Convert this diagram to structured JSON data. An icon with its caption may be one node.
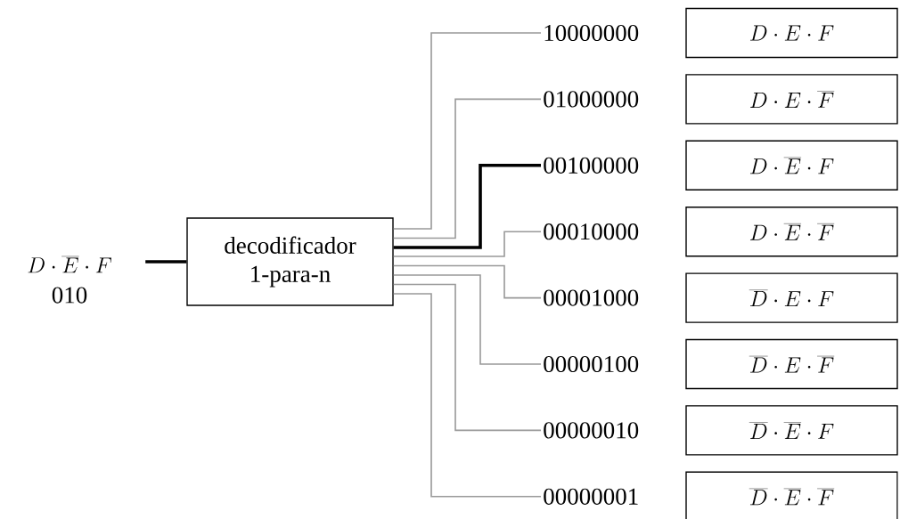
{
  "diagram": {
    "nodes": [
      {
        "text": [
          "D\\cdot\\overline{E}\\cdot F",
          "010"
        ]
      },
      {
        "text": [
          "decodificador 1-para-n"
        ]
      },
      {
        "text": [
          "10000000"
        ]
      },
      {
        "text": [
          "01000000"
        ]
      },
      {
        "text": [
          "00100000"
        ]
      },
      {
        "text": [
          "00010000"
        ]
      },
      {
        "text": [
          "00001000"
        ]
      },
      {
        "text": [
          "00000100"
        ]
      },
      {
        "text": [
          "00000010"
        ]
      },
      {
        "text": [
          "00000001"
        ]
      },
      {
        "text": [
          "D\\cdot E\\cdot F"
        ]
      },
      {
        "text": [
          "D\\cdot E\\cdot\\overline{F}"
        ]
      },
      {
        "text": [
          "D\\cdot\\overline{E}\\cdot F"
        ]
      },
      {
        "text": [
          "D\\cdot\\overline{E}\\cdot\\overline{F}"
        ]
      },
      {
        "text": [
          "\\overline{D}\\cdot E\\cdot F"
        ]
      },
      {
        "text": [
          "\\overline{D}\\cdot E\\cdot\\overline{F}"
        ]
      },
      {
        "text": [
          "\\overline{D}\\cdot\\overline{E}\\cdot F"
        ]
      },
      {
        "text": [
          "\\overline{D}\\cdot\\overline{E}\\cdot\\overline{F}"
        ]
      }
    ],
    "edges": [
      {
        "from": 0,
        "to": 1,
        "arrow": "none",
        "style": "thick",
        "color": "#000000"
      },
      {
        "from": 1,
        "to": 2,
        "arrow": "none"
      },
      {
        "from": 1,
        "to": 3,
        "arrow": "none"
      },
      {
        "from": 1,
        "to": 4,
        "arrow": "none",
        "style": "thick",
        "color": "#000000"
      },
      {
        "from": 1,
        "to": 5,
        "arrow": "none"
      },
      {
        "from": 1,
        "to": 6,
        "arrow": "none"
      },
      {
        "from": 1,
        "to": 7,
        "arrow": "none"
      },
      {
        "from": 1,
        "to": 8,
        "arrow": "none"
      },
      {
        "from": 1,
        "to": 9,
        "arrow": "none"
      }
    ]
  }
}
